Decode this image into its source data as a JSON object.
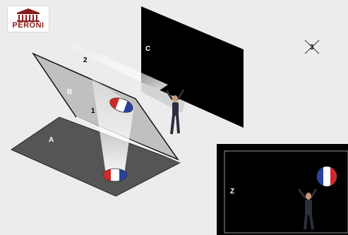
{
  "logo": {
    "text": "PERONI",
    "color": "#8a1b1b"
  },
  "labels": {
    "floor": "A",
    "mirror": "B",
    "screen": "C",
    "ray_1": "1",
    "ray_2": "2",
    "marker_3": "3",
    "camera_view": "Z"
  },
  "colors": {
    "background": "#ececec",
    "floor": "#555555",
    "mirror": "#a9a9a9",
    "screen": "#000000",
    "ball_red": "#cc2a2a",
    "ball_blue": "#2a3f9a"
  }
}
